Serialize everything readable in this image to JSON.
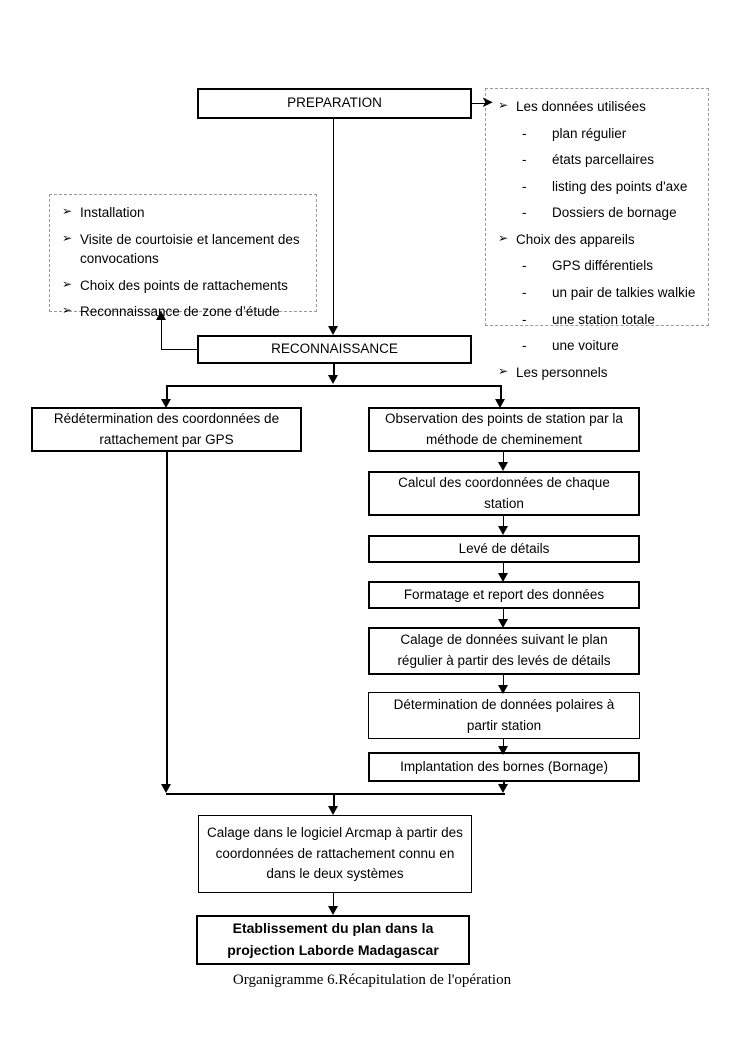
{
  "document": {
    "caption": "Organigramme 6.Récapitulation de l'opération"
  },
  "nodes": {
    "preparation": "PREPARATION",
    "reconnaissance": "RECONNAISSANCE",
    "redetermination": "Rédétermination des coordonnées de rattachement par GPS",
    "observation": "Observation des points de station par la méthode de cheminement",
    "calcul": "Calcul des coordonnées de chaque station",
    "leve": "Levé de détails",
    "formatage": "Formatage et report des données",
    "calage_plan": "Calage de données suivant le plan régulier à partir des levés de détails",
    "determination_polaires": "Détermination de données polaires à partir station",
    "implantation": "Implantation des bornes (Bornage)",
    "calage_arcmap": "Calage dans le logiciel Arcmap à partir des coordonnées de rattachement connu en dans le deux systèmes",
    "etablissement": "Etablissement du plan dans la projection Laborde Madagascar"
  },
  "notes": {
    "preparation_note": {
      "marker_lvl1": "➢",
      "marker_lvl2": "-",
      "items": [
        {
          "level": 1,
          "text": "Les données utilisées"
        },
        {
          "level": 2,
          "text": "plan régulier"
        },
        {
          "level": 2,
          "text": "états parcellaires"
        },
        {
          "level": 2,
          "text": "listing des points d'axe"
        },
        {
          "level": 2,
          "text": "Dossiers de bornage"
        },
        {
          "level": 1,
          "text": "Choix des appareils"
        },
        {
          "level": 2,
          "text": "GPS différentiels"
        },
        {
          "level": 2,
          "text": "un pair de talkies walkie"
        },
        {
          "level": 2,
          "text": "une station totale"
        },
        {
          "level": 2,
          "text": "une voiture"
        },
        {
          "level": 1,
          "text": "Les personnels"
        }
      ]
    },
    "reconnaissance_note": {
      "marker_lvl1": "➢",
      "items": [
        {
          "level": 1,
          "text": "Installation"
        },
        {
          "level": 1,
          "text": "Visite de courtoisie et lancement des convocations"
        },
        {
          "level": 1,
          "text": "Choix des points de rattachements"
        },
        {
          "level": 1,
          "text": "Reconnaissance de zone d’étude"
        }
      ]
    }
  },
  "colors": {
    "stroke": "#000000",
    "dashed_stroke": "#9a9a9a",
    "background": "#ffffff"
  }
}
